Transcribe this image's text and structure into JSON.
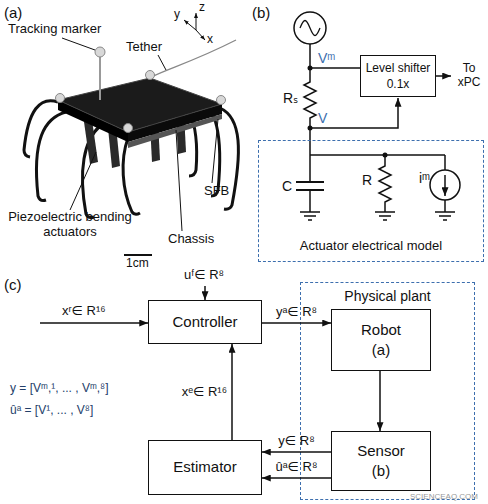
{
  "diagram": {
    "nodes": [
      {
        "text": [
          "Level shifter 0.1x"
        ]
      },
      {
        "text": [
          "Actuator electrical model"
        ]
      },
      {
        "text": [
          "Controller"
        ]
      },
      {
        "text": [
          "Physical plant"
        ]
      },
      {
        "text": [
          "Robot (a)"
        ],
        "in": 3
      },
      {
        "text": [
          "Estimator"
        ]
      },
      {
        "text": [
          "Sensor (b)"
        ],
        "in": 3
      }
    ],
    "edges": [
      {
        "from": 2,
        "to": 4,
        "label": "yᵃ∈ R⁸",
        "arrow": "to"
      },
      {
        "from": 4,
        "to": 6,
        "arrow": "to"
      },
      {
        "from": 6,
        "to": 5,
        "label": "y∈ R⁸",
        "arrow": "to"
      },
      {
        "from": 6,
        "to": 5,
        "label": "ûᵃ∈ R⁸",
        "arrow": "to"
      },
      {
        "from": 5,
        "to": 2,
        "label": "xᵉ∈ R¹⁶",
        "arrow": "to"
      }
    ],
    "labels": [
      "(a)",
      "y",
      "z",
      "x",
      "Tracking marker",
      "Tether",
      "SFB",
      "Piezoelectric bending actuators",
      "Chassis",
      "1cm",
      "(b)",
      "Vᵐ",
      "Rₛ",
      "V",
      "To xPC",
      "C",
      "R",
      "iᵐ",
      "(c)",
      "xʳ∈ R¹⁶",
      "uᶠ∈ R⁸",
      "y = [Vᵐ,¹, ... , Vᵐ,⁸]",
      "ûᵃ = [V¹, ... , V⁸]",
      "SCIENCEAQ.COM"
    ]
  }
}
